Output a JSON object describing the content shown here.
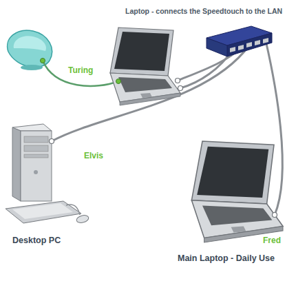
{
  "diagram": {
    "nodes": [
      {
        "text": [
          "Laptop - connects the Speedtouch to the LAN",
          "Turing"
        ]
      },
      {
        "text": [
          "Elvis",
          "Desktop PC"
        ]
      },
      {
        "text": [
          "Fred",
          "Main Laptop - Daily Use"
        ]
      }
    ]
  }
}
